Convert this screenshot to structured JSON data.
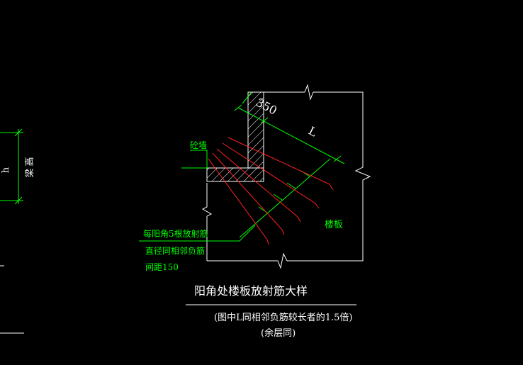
{
  "colors": {
    "background": "#000000",
    "green": "#00ff00",
    "red": "#ff2020",
    "white": "#ffffff"
  },
  "drawing": {
    "dim_350": "350",
    "dim_L": "L",
    "label_wall": "砼墙",
    "label_slab": "楼板",
    "note_line1": "每阳角5根放射筋",
    "note_line2": "直径同相邻负筋",
    "note_line3": "间距150",
    "title": "阳角处楼板放射筋大样",
    "subtitle": "(图中L同相邻负筋较长者的1.5倍)",
    "subtitle2": "(余层同)",
    "left_dim_h": "h",
    "left_label_liang": "梁",
    "left_label_gao": "高"
  }
}
